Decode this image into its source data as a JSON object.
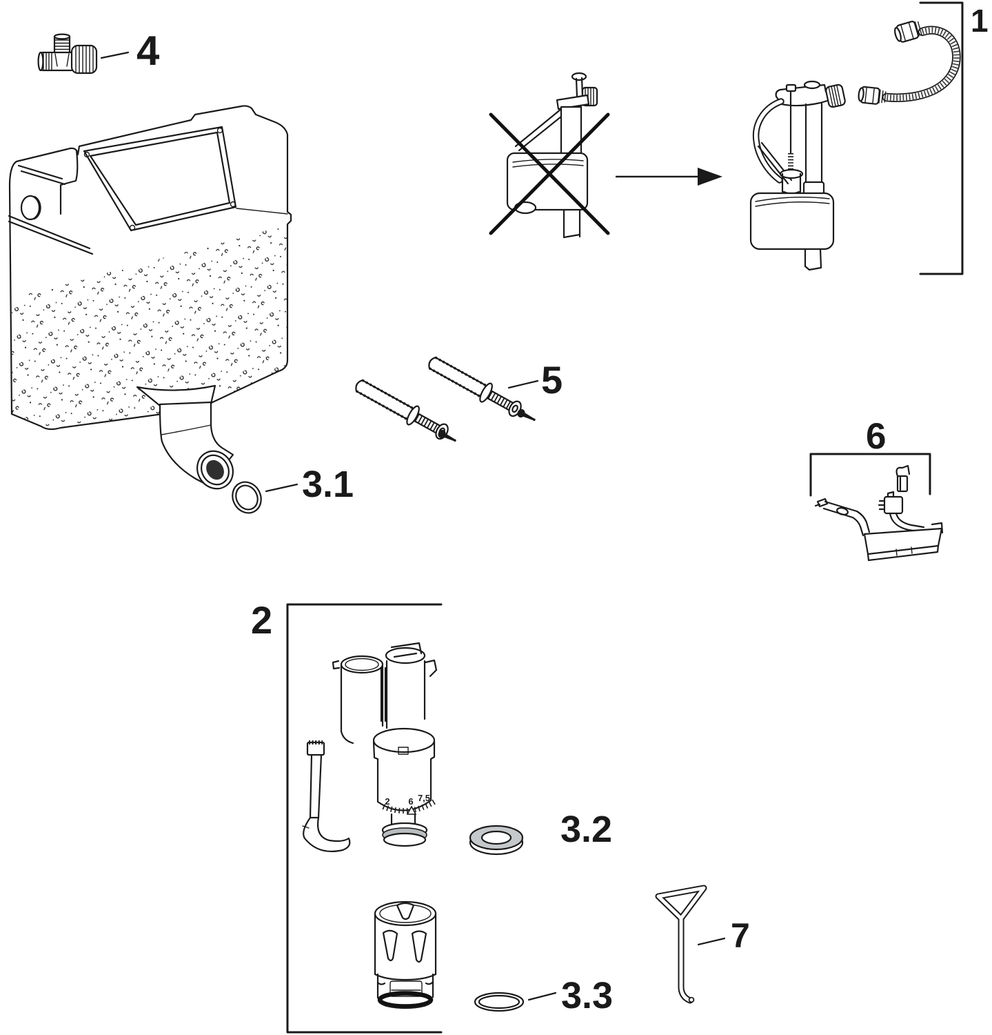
{
  "diagram": {
    "background": "#ffffff",
    "colors": {
      "line": "#1a1a1a",
      "washer_fill": "#c6c9cb",
      "socket_dark": "#2f2f2f",
      "flange_band": "#b9bdbf"
    },
    "callouts": {
      "part1": "1",
      "part2": "2",
      "part31": "3.1",
      "part32": "3.2",
      "part33": "3.3",
      "part4": "4",
      "part5": "5",
      "part6": "6",
      "part7": "7"
    },
    "flush_valve_scale": {
      "min": "2",
      "mid": "6",
      "max": "7,5"
    }
  }
}
